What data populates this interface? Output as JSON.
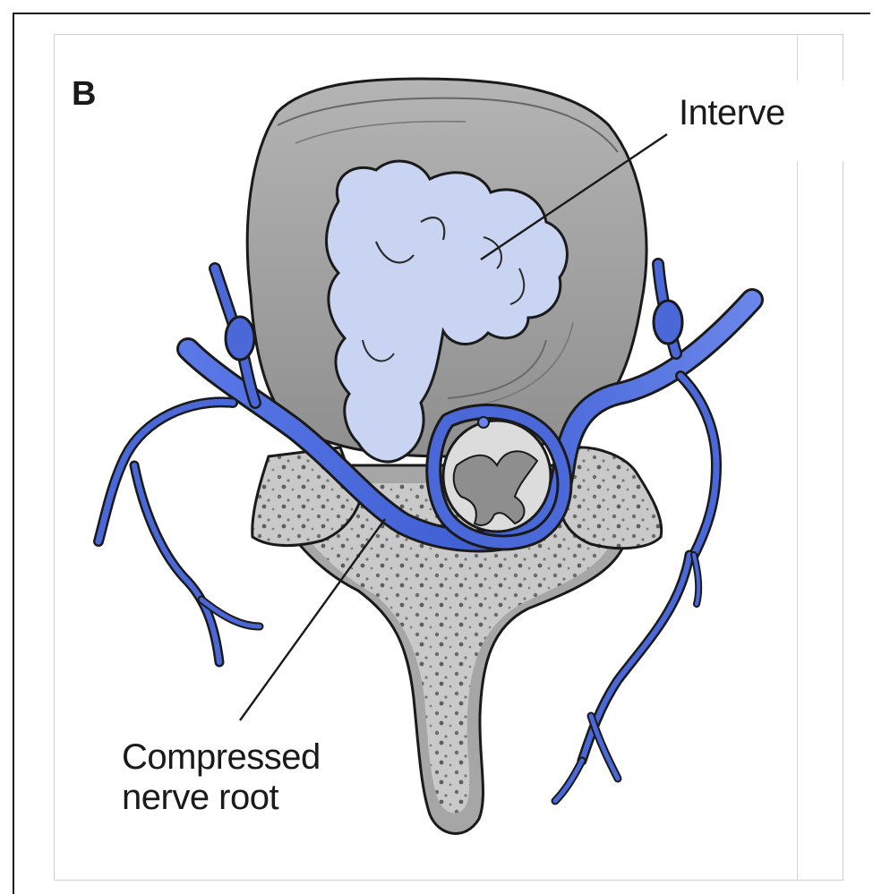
{
  "figure": {
    "panel_letter": "B",
    "labels": {
      "top": "Interve",
      "bottom_line1": "Compressed",
      "bottom_line2": "nerve root"
    }
  },
  "colors": {
    "nerve_blue": "#4a68d8",
    "disc_fill": "#cbd6f0",
    "bone_gray": "#9a9a9a",
    "bone_light": "#c8c8c8",
    "ink": "#1a1a1a"
  }
}
